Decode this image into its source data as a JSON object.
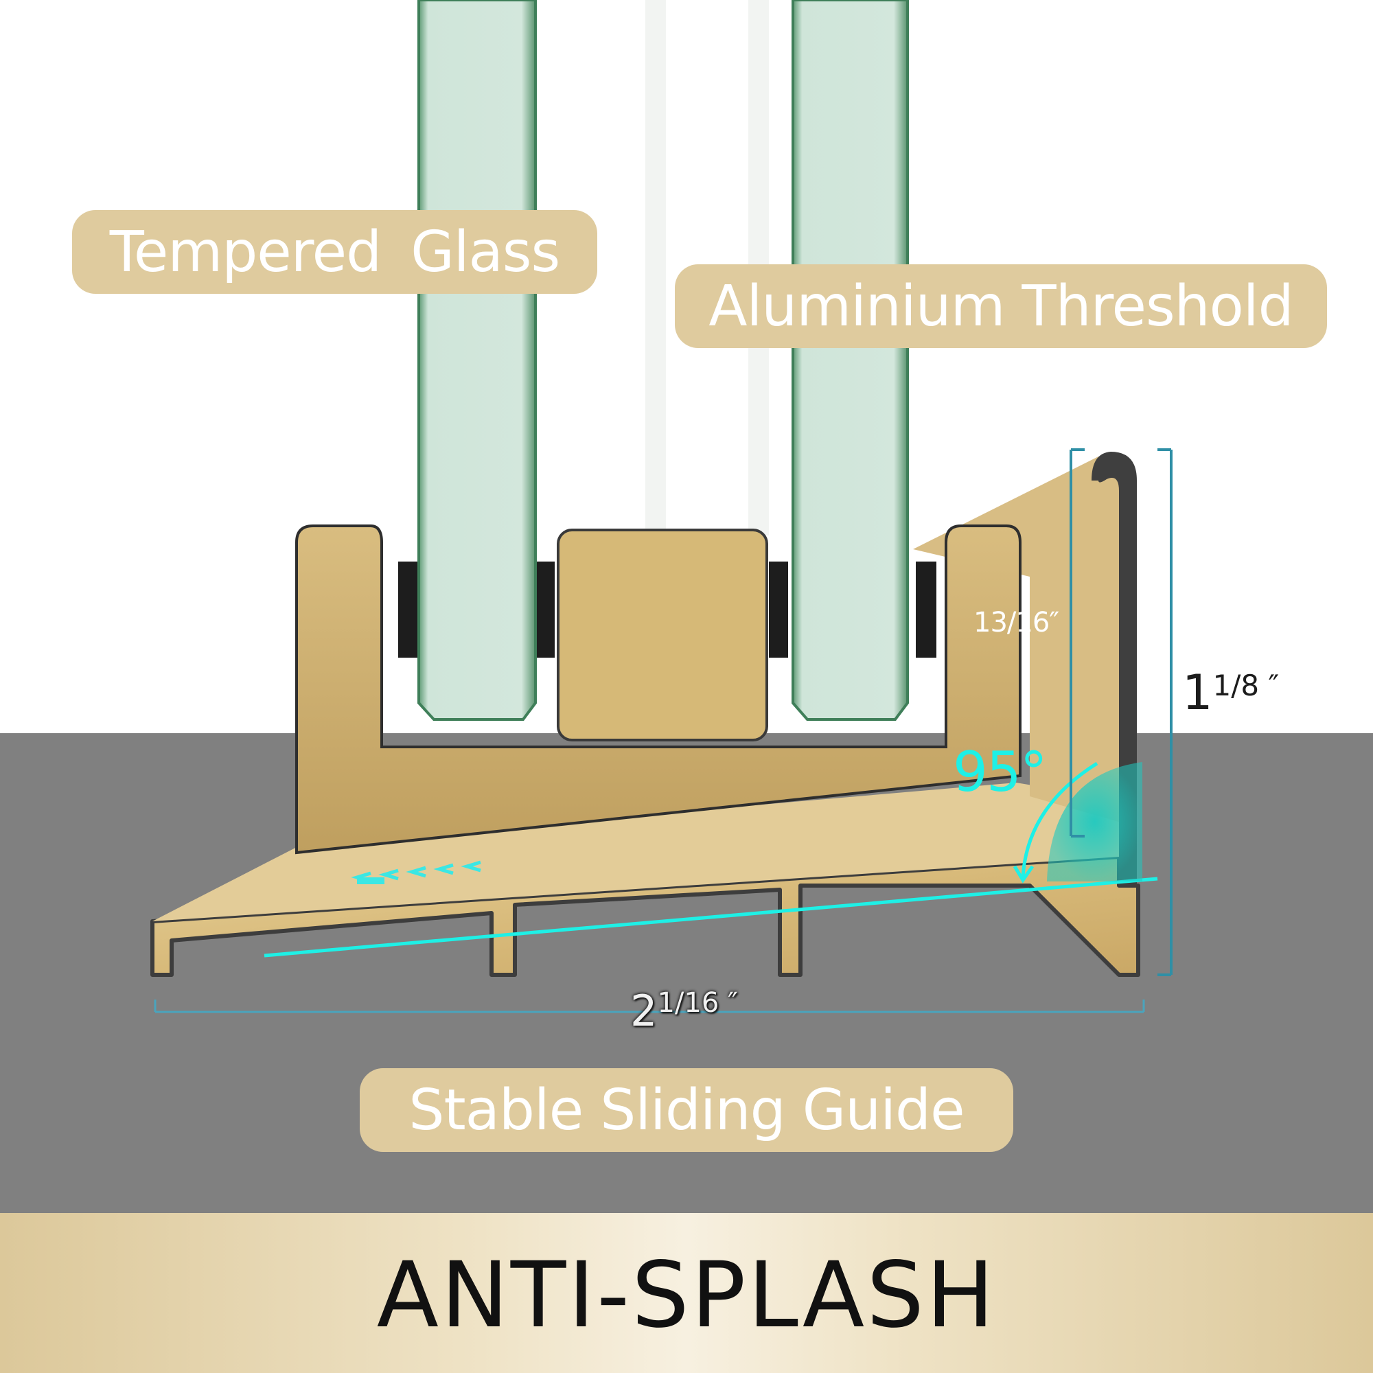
{
  "labels": {
    "tempered_glass": "Tempered  Glass",
    "aluminium_threshold": "Aluminium Threshold",
    "stable_sliding_guide": "Stable Sliding Guide"
  },
  "dimensions": {
    "inner_height": "13/16″",
    "total_height_whole": "1",
    "total_height_fraction": "1/8 ″",
    "width_whole": "2",
    "width_fraction": "1/16 ″",
    "angle": "95°"
  },
  "banner": {
    "title": "ANTI-SPLASH"
  },
  "colors": {
    "gold": "#dfcb9e",
    "cyan": "#1ef0e6",
    "glass": "#cfe5d9",
    "glass_edge": "#4f8f66",
    "floor": "#808080"
  }
}
